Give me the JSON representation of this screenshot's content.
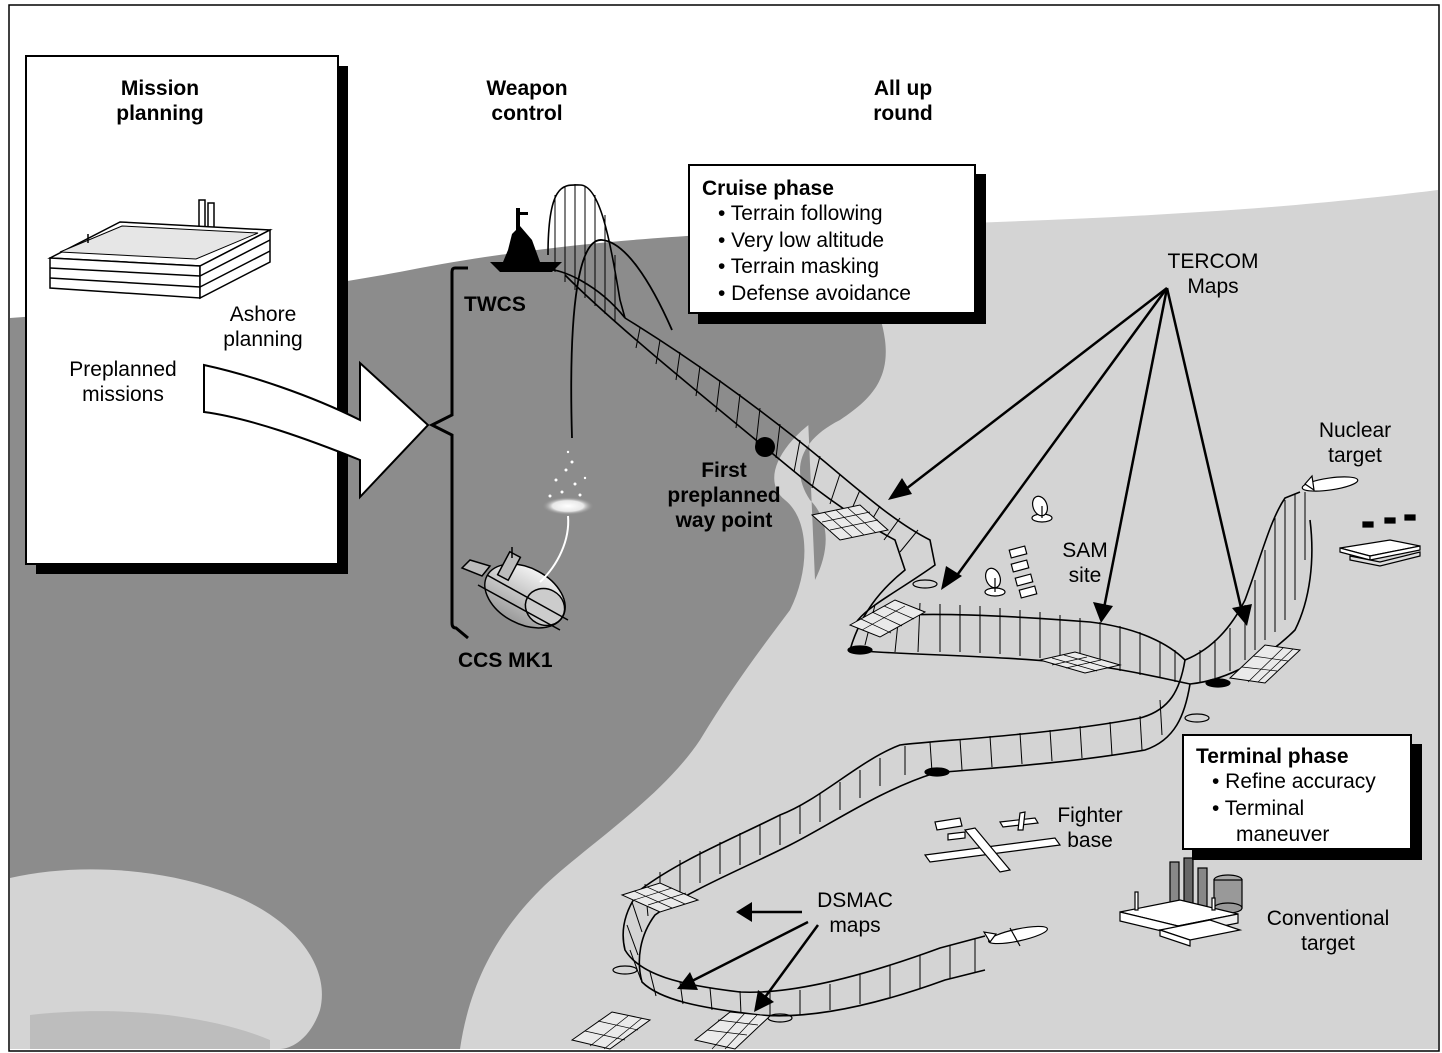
{
  "headers": {
    "mission_planning": [
      "Mission",
      "planning"
    ],
    "weapon_control": [
      "Weapon",
      "control"
    ],
    "all_up_round": [
      "All up",
      "round"
    ]
  },
  "labels": {
    "ashore_planning": [
      "Ashore",
      "planning"
    ],
    "preplanned_missions": [
      "Preplanned",
      "missions"
    ],
    "twcs": "TWCS",
    "ccs_mk1": "CCS MK1",
    "first_waypoint": [
      "First",
      "preplanned",
      "way point"
    ],
    "tercom_maps": [
      "TERCOM",
      "Maps"
    ],
    "sam_site": [
      "SAM",
      "site"
    ],
    "nuclear_target": [
      "Nuclear",
      "target"
    ],
    "fighter_base": [
      "Fighter",
      "base"
    ],
    "dsmac_maps": [
      "DSMAC",
      "maps"
    ],
    "conventional_target": [
      "Conventional",
      "target"
    ]
  },
  "cruise_phase": {
    "title": "Cruise phase",
    "items": [
      "• Terrain following",
      "• Very low altitude",
      "• Terrain masking",
      "• Defense avoidance"
    ]
  },
  "terminal_phase": {
    "title": "Terminal phase",
    "items": [
      "• Refine accuracy",
      "• Terminal",
      "maneuver"
    ]
  },
  "colors": {
    "sea": "#8c8c8c",
    "land": "#d4d4d4",
    "outline": "#000000",
    "background": "#ffffff"
  }
}
